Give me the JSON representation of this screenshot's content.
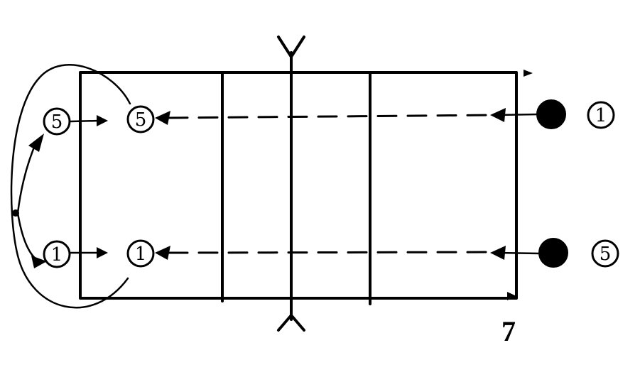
{
  "diagram": {
    "figure_number": "7",
    "players": {
      "start_top": "5",
      "start_bottom": "1",
      "target_top": "5",
      "target_bottom": "1",
      "right_top": "1",
      "right_bottom": "5"
    },
    "balls": 2,
    "ink_color": "#000000",
    "background_color": "#ffffff"
  }
}
